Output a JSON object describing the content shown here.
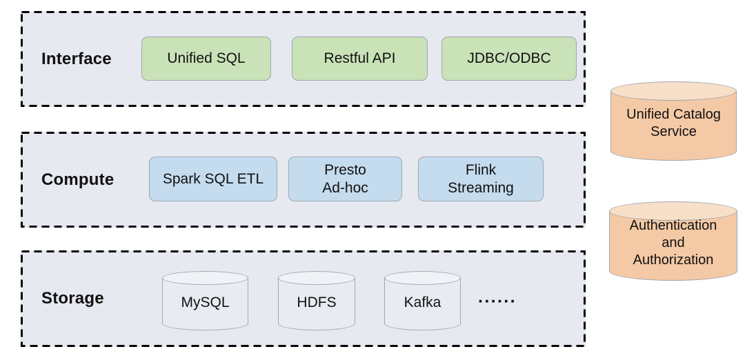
{
  "colors": {
    "layer-fill": "#e7e9f0",
    "frame": "#000000",
    "green-fill": "#c9e2b8",
    "blue-fill": "#c5dbee",
    "orange-fill": "#f4c9a5",
    "orange-top": "#f8dfc8",
    "cyl-fill": "#e9ebf2",
    "cyl-top": "#f1f2f7",
    "muted-border": "#9fa6b0",
    "text": "#111111"
  },
  "layers": [
    {
      "label": "Interface",
      "items": [
        {
          "label": "Unified SQL"
        },
        {
          "label": "Restful API"
        },
        {
          "label": "JDBC/ODBC"
        }
      ]
    },
    {
      "label": "Compute",
      "items": [
        {
          "label": "Spark SQL ETL"
        },
        {
          "label": "Presto\nAd-hoc"
        },
        {
          "label": "Flink\nStreaming"
        }
      ]
    },
    {
      "label": "Storage",
      "items": [
        {
          "label": "MySQL"
        },
        {
          "label": "HDFS"
        },
        {
          "label": "Kafka"
        }
      ],
      "more_label": "······"
    }
  ],
  "services": [
    {
      "label": "Unified Catalog\nService"
    },
    {
      "label": "Authentication\nand\nAuthorization"
    }
  ]
}
